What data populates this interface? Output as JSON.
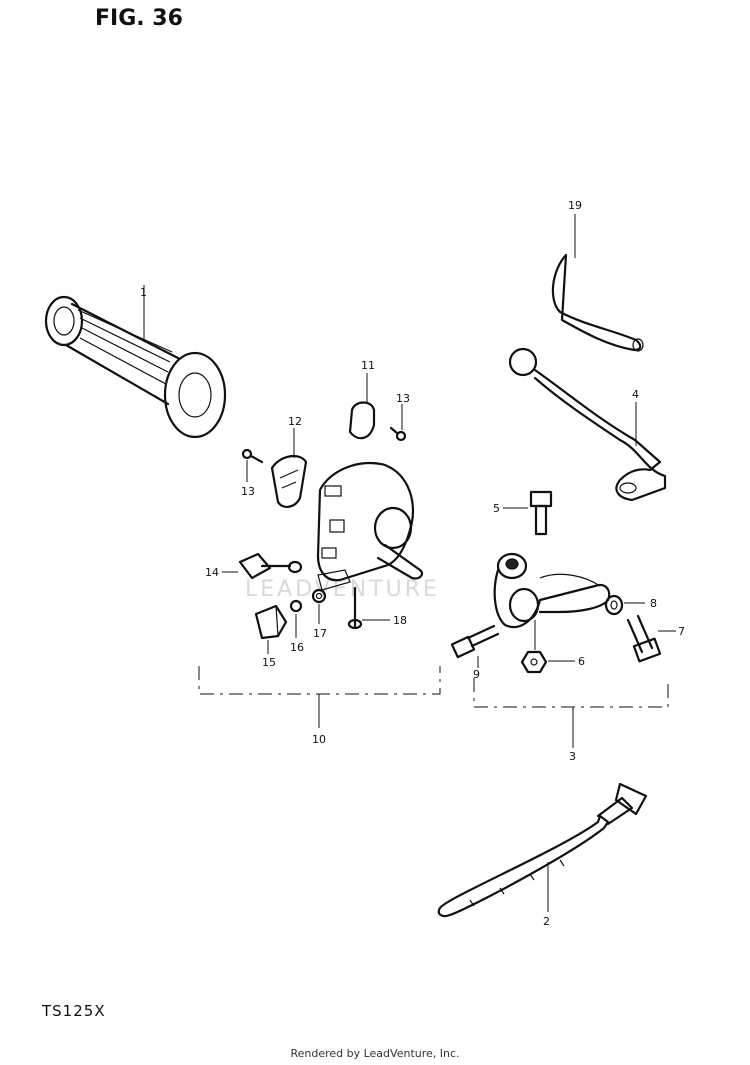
{
  "figure": {
    "title": "FIG. 36",
    "model": "TS125X"
  },
  "watermark": "LEADVENTURE",
  "footer": "Rendered by LeadVenture, Inc.",
  "callouts": {
    "grip": "1",
    "band": "2",
    "lever": "4",
    "lever_bolt": "5",
    "holder_assy": "3",
    "nut": "6",
    "bolt_7": "7",
    "washer": "8",
    "bolt_9": "9",
    "switch_assy": "10",
    "cap_11": "11",
    "cover_12": "12",
    "screw_13a": "13",
    "screw_13b": "13",
    "switch_14": "14",
    "knob_15": "15",
    "screw_16": "16",
    "spring_17": "17",
    "screw_18": "18",
    "lever_cover": "19"
  }
}
